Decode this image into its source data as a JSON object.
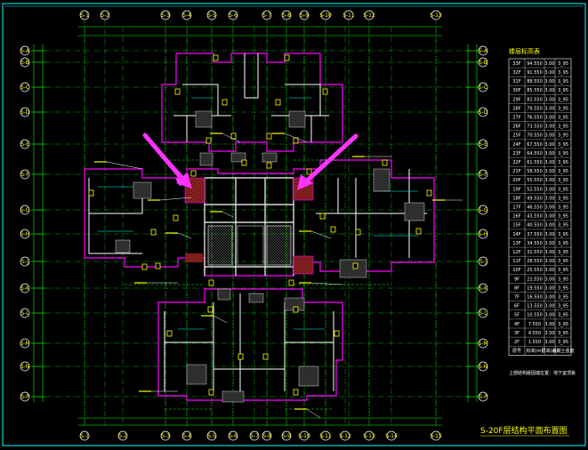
{
  "drawing": {
    "background": "#000000",
    "frame_color": "#00ffff",
    "wall_color": "#ffffff",
    "partition_color": "#ff00ff",
    "grid_color": "#00ff00",
    "annotation_color": "#ffff00",
    "hatch_color": "#ff4444",
    "arrow_color": "#ff33ff"
  },
  "top_axes": [
    "S-1",
    "S-2",
    "S-3",
    "S-4",
    "S-5",
    "S-6",
    "S-7",
    "S-8",
    "S-9",
    "S-10",
    "S-11",
    "S-12",
    "S-13"
  ],
  "bottom_axes": [
    "S-1",
    "S-2",
    "S-3",
    "S-4",
    "S-5",
    "S-6",
    "S-7",
    "S-8",
    "S-9",
    "S-10",
    "S-11",
    "S-12",
    "S-13",
    "S-14",
    "S-15"
  ],
  "left_axes": [
    "S-A",
    "S-B",
    "S-C",
    "S-D",
    "S-E",
    "S-F",
    "S-G",
    "S-H",
    "S-J",
    "S-K",
    "S-L",
    "S-M",
    "S-N",
    "S-P"
  ],
  "right_axes": [
    "S-A",
    "S-B",
    "S-C",
    "S-D",
    "S-E",
    "S-F",
    "S-G",
    "S-H",
    "S-J",
    "S-K",
    "S-L",
    "S-M",
    "S-N",
    "S-P"
  ],
  "table": {
    "title": "楼层标高表",
    "rows": [
      [
        "33F",
        "94.550",
        "3.00",
        "3_95"
      ],
      [
        "32F",
        "91.550",
        "3.00",
        "3_95"
      ],
      [
        "31F",
        "88.550",
        "3.00",
        "3_95"
      ],
      [
        "30F",
        "85.550",
        "3.00",
        "3_95"
      ],
      [
        "29F",
        "82.550",
        "3.00",
        "3_95"
      ],
      [
        "28F",
        "79.550",
        "3.00",
        "3_95"
      ],
      [
        "27F",
        "76.550",
        "3.00",
        "3_95"
      ],
      [
        "26F",
        "73.550",
        "3.00",
        "3_95"
      ],
      [
        "25F",
        "70.550",
        "3.00",
        "3_95"
      ],
      [
        "24F",
        "67.550",
        "3.00",
        "3_95"
      ],
      [
        "23F",
        "64.550",
        "3.00",
        "3_95"
      ],
      [
        "22F",
        "61.550",
        "3.00",
        "3_95"
      ],
      [
        "21F",
        "58.550",
        "3.00",
        "3_95"
      ],
      [
        "20F",
        "55.550",
        "3.00",
        "3_95"
      ],
      [
        "19F",
        "52.550",
        "3.00",
        "3_95"
      ],
      [
        "18F",
        "49.550",
        "3.00",
        "3_95"
      ],
      [
        "17F",
        "46.550",
        "3.00",
        "3_95"
      ],
      [
        "16F",
        "43.550",
        "3.00",
        "3_95"
      ],
      [
        "15F",
        "40.550",
        "3.00",
        "3_95"
      ],
      [
        "14F",
        "37.550",
        "3.00",
        "3_95"
      ],
      [
        "13F",
        "34.550",
        "3.00",
        "3_95"
      ],
      [
        "12F",
        "31.550",
        "3.00",
        "3_95"
      ],
      [
        "11F",
        "28.550",
        "3.00",
        "3_95"
      ],
      [
        "10F",
        "25.550",
        "3.00",
        "3_95"
      ],
      [
        "9F",
        "22.550",
        "3.00",
        "3_95"
      ],
      [
        "8F",
        "19.550",
        "3.00",
        "3_95"
      ],
      [
        "7F",
        "16.550",
        "3.00",
        "3_95"
      ],
      [
        "6F",
        "13.550",
        "3.00",
        "3_95"
      ],
      [
        "5F",
        "10.550",
        "3.00",
        "3_95"
      ],
      [
        "4F",
        "7.550",
        "3.00",
        "3_95"
      ],
      [
        "3F",
        "4.550",
        "3.00",
        "3_95"
      ],
      [
        "2F",
        "1.550",
        "3.00",
        "3_95"
      ],
      [
        "层号",
        "标高(m)",
        "层高(m)",
        "混凝土强度"
      ]
    ],
    "footer": "上部结构嵌固端位置：地下室顶板"
  },
  "title_block": "S-20F层结构平面布置图"
}
